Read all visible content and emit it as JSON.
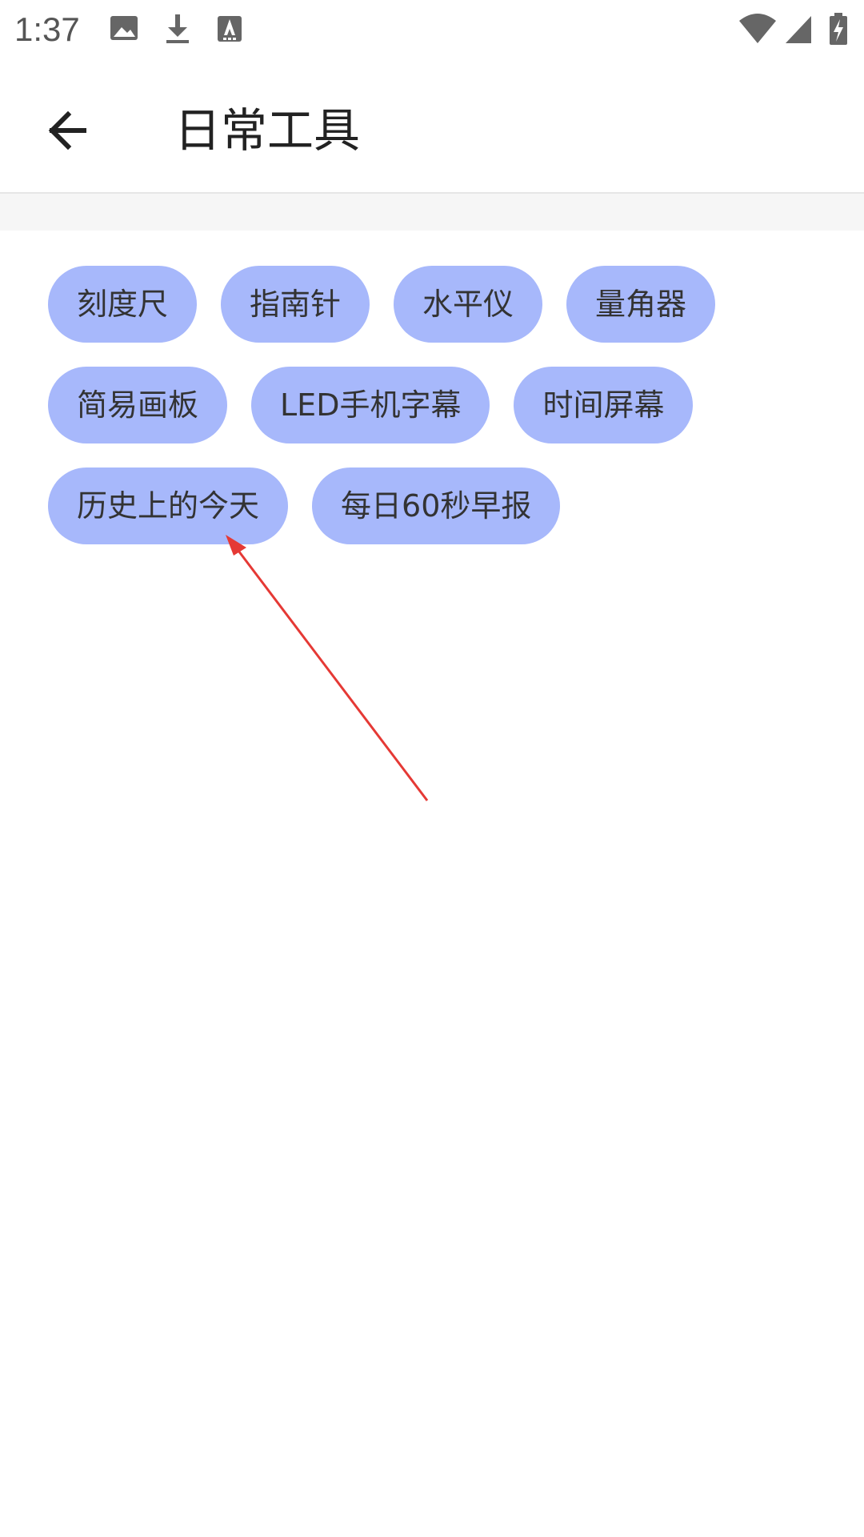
{
  "status_bar": {
    "time": "1:37",
    "icons": [
      "image-icon",
      "download-icon",
      "keyboard-a-icon",
      "wifi-icon",
      "signal-icon",
      "battery-charging-icon"
    ]
  },
  "app_bar": {
    "title": "日常工具",
    "back_icon": "arrow-left-icon"
  },
  "tools": {
    "rows": [
      [
        "刻度尺",
        "指南针",
        "水平仪",
        "量角器"
      ],
      [
        "简易画板",
        "LED手机字幕",
        "时间屏幕"
      ],
      [
        "历史上的今天",
        "每日60秒早报"
      ]
    ]
  },
  "colors": {
    "chip_background": "#a7b8fb",
    "annotation_arrow": "#e53935"
  }
}
